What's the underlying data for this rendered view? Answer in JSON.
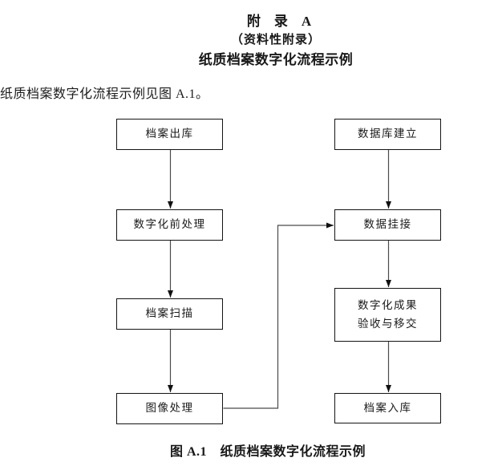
{
  "document": {
    "appendix_label": "附　录　A",
    "appendix_subtitle": "（资料性附录）",
    "appendix_title": "纸质档案数字化流程示例",
    "intro_text": "纸质档案数字化流程示例见图 A.1。",
    "figure_caption": "图 A.1　纸质档案数字化流程示例"
  },
  "flowchart": {
    "left_column": [
      "档案出库",
      "数字化前处理",
      "档案扫描",
      "图像处理"
    ],
    "right_column": [
      "数据库建立",
      "数据挂接",
      "数字化成果\n验收与移交",
      "档案入库"
    ],
    "edges": [
      {
        "from": "档案出库",
        "to": "数字化前处理"
      },
      {
        "from": "数字化前处理",
        "to": "档案扫描"
      },
      {
        "from": "档案扫描",
        "to": "图像处理"
      },
      {
        "from": "图像处理",
        "to": "数据挂接"
      },
      {
        "from": "数据库建立",
        "to": "数据挂接"
      },
      {
        "from": "数据挂接",
        "to": "数字化成果验收与移交"
      },
      {
        "from": "数字化成果验收与移交",
        "to": "档案入库"
      }
    ]
  },
  "colors": {
    "background": "#ffffff",
    "text": "#1a1a1a",
    "box_border": "#141414",
    "connector_line": "#4a4a4a",
    "arrowhead": "#111111"
  }
}
